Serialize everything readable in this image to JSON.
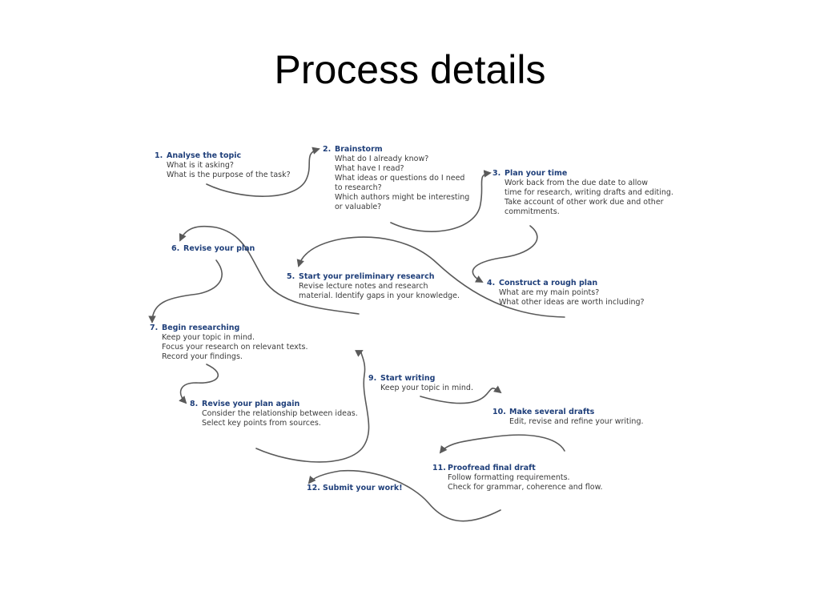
{
  "slide": {
    "title": "Process details"
  },
  "diagram": {
    "colors": {
      "heading": "#1f3f7a",
      "text": "#3a3a3a",
      "arrow": "#5a5a5a"
    },
    "steps": [
      {
        "number": "1.",
        "title": "Analyse the topic",
        "lines": [
          "What is it asking?",
          "What is the purpose of the task?"
        ]
      },
      {
        "number": "2.",
        "title": "Brainstorm",
        "lines": [
          "What do I already know?",
          "What have I read?",
          "What ideas or questions do I need",
          "to research?",
          "Which authors might be interesting",
          "or valuable?"
        ]
      },
      {
        "number": "3.",
        "title": "Plan your time",
        "lines": [
          "Work back from the due date to allow",
          "time for research, writing drafts and editing.",
          "Take account of other work due and other",
          "commitments."
        ]
      },
      {
        "number": "4.",
        "title": "Construct a rough plan",
        "lines": [
          "What are my main points?",
          "What other ideas are worth including?"
        ]
      },
      {
        "number": "5.",
        "title": "Start your preliminary research",
        "lines": [
          "Revise lecture notes and research",
          "material. Identify gaps in your knowledge."
        ]
      },
      {
        "number": "6.",
        "title": "Revise your plan",
        "lines": []
      },
      {
        "number": "7.",
        "title": "Begin researching",
        "lines": [
          "Keep your topic in mind.",
          "Focus your research on relevant texts.",
          "Record your findings."
        ]
      },
      {
        "number": "8.",
        "title": "Revise your plan again",
        "lines": [
          "Consider the relationship between ideas.",
          "Select key points from sources."
        ]
      },
      {
        "number": "9.",
        "title": "Start writing",
        "lines": [
          "Keep your topic in mind."
        ]
      },
      {
        "number": "10.",
        "title": "Make several drafts",
        "lines": [
          "Edit, revise and refine your writing."
        ]
      },
      {
        "number": "11.",
        "title": "Proofread final draft",
        "lines": [
          "Follow formatting requirements.",
          "Check for grammar, coherence and flow."
        ]
      },
      {
        "number": "12.",
        "title": "Submit your work!",
        "lines": []
      }
    ]
  }
}
